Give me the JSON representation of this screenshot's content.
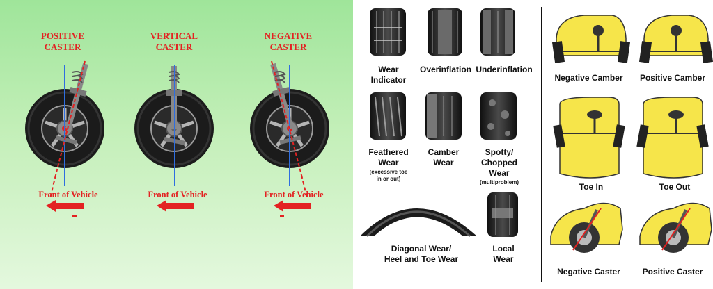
{
  "caster_diagram": {
    "labels": [
      {
        "line1": "POSITIVE",
        "line2": "CASTER"
      },
      {
        "line1": "VERTICAL",
        "line2": "CASTER"
      },
      {
        "line1": "NEGATIVE",
        "line2": "CASTER"
      }
    ],
    "front_label": "Front of Vehicle"
  },
  "tire_wear": {
    "items": [
      {
        "line1": "Wear",
        "line2": "Indicator"
      },
      {
        "line1": "Overinflation",
        "line2": ""
      },
      {
        "line1": "Underinflation",
        "line2": ""
      },
      {
        "line1": "Feathered",
        "line2": "Wear",
        "note1": "(excessive toe",
        "note2": "in or out)"
      },
      {
        "line1": "Camber",
        "line2": "Wear"
      },
      {
        "line1": "Spotty/",
        "line2": "Chopped",
        "line3": "Wear",
        "note1": "(multiproblem)"
      },
      {
        "line1": "Diagonal Wear/",
        "line2": "Heel and Toe Wear"
      },
      {
        "line1": "Local",
        "line2": "Wear"
      }
    ]
  },
  "alignment": {
    "items": [
      {
        "label": "Negative Camber"
      },
      {
        "label": "Positive Camber"
      },
      {
        "label": "Toe In"
      },
      {
        "label": "Toe Out"
      },
      {
        "label": "Negative Caster"
      },
      {
        "label": "Positive Caster"
      }
    ],
    "colors": {
      "body": "#f6e54a",
      "tire": "#1a1a1a",
      "accent": "#e32222"
    }
  }
}
